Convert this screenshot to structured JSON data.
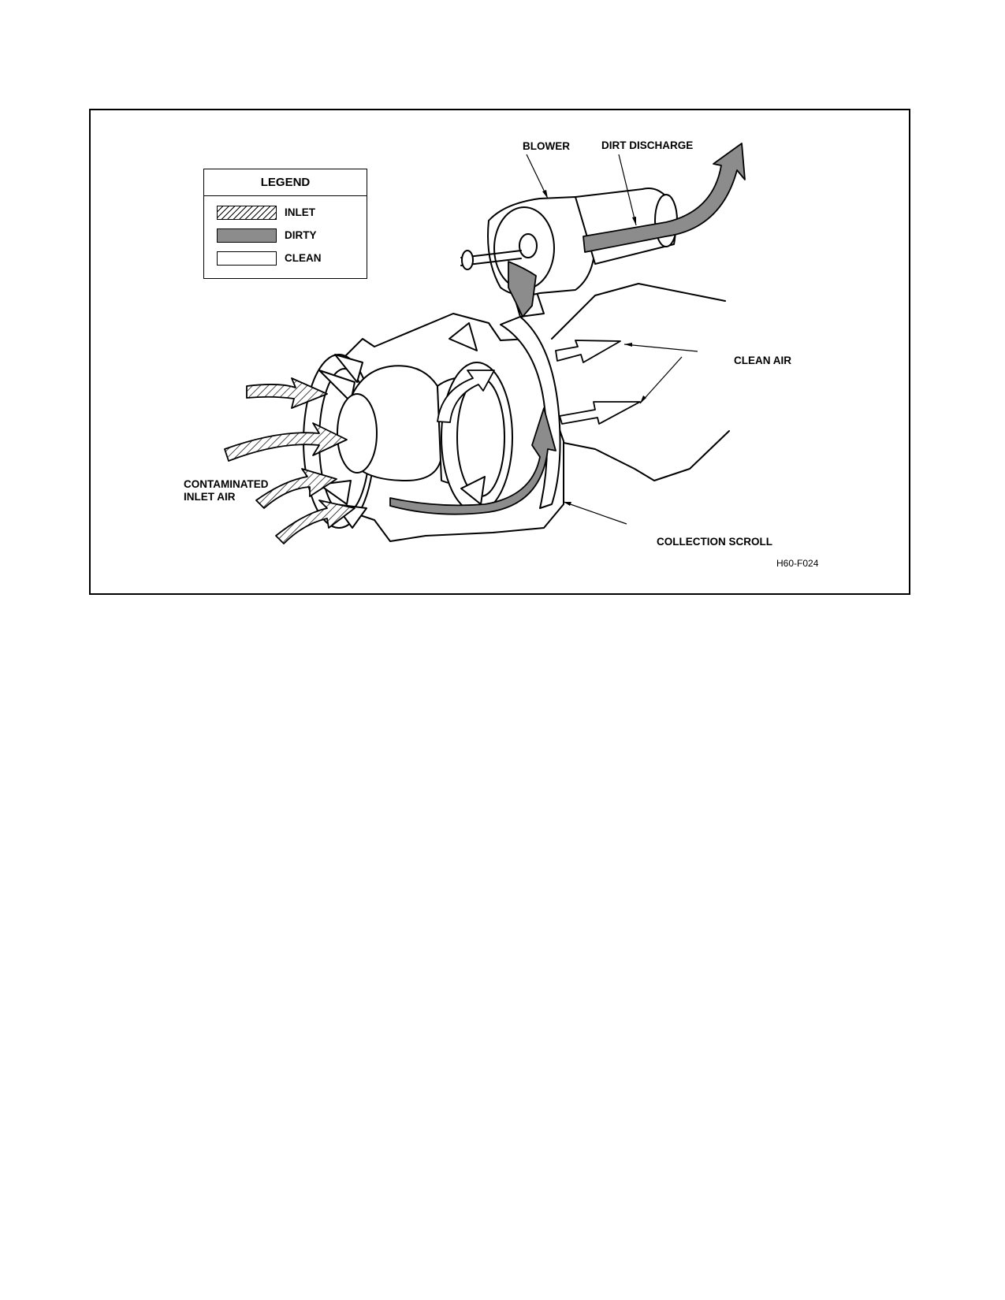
{
  "legend": {
    "title": "LEGEND",
    "items": [
      {
        "label": "INLET",
        "pattern": "hatched"
      },
      {
        "label": "DIRTY",
        "pattern": "gray",
        "color": "#8c8c8c"
      },
      {
        "label": "CLEAN",
        "pattern": "white",
        "color": "#ffffff"
      }
    ]
  },
  "callouts": {
    "blower": "BLOWER",
    "dirt_discharge": "DIRT DISCHARGE",
    "clean_air": "CLEAN AIR",
    "contaminated_line1": "CONTAMINATED",
    "contaminated_line2": "INLET AIR",
    "collection_scroll": "COLLECTION SCROLL"
  },
  "figure_id": "H60-F024",
  "colors": {
    "dirty_flow": "#8c8c8c",
    "line": "#000000",
    "background": "#ffffff"
  }
}
